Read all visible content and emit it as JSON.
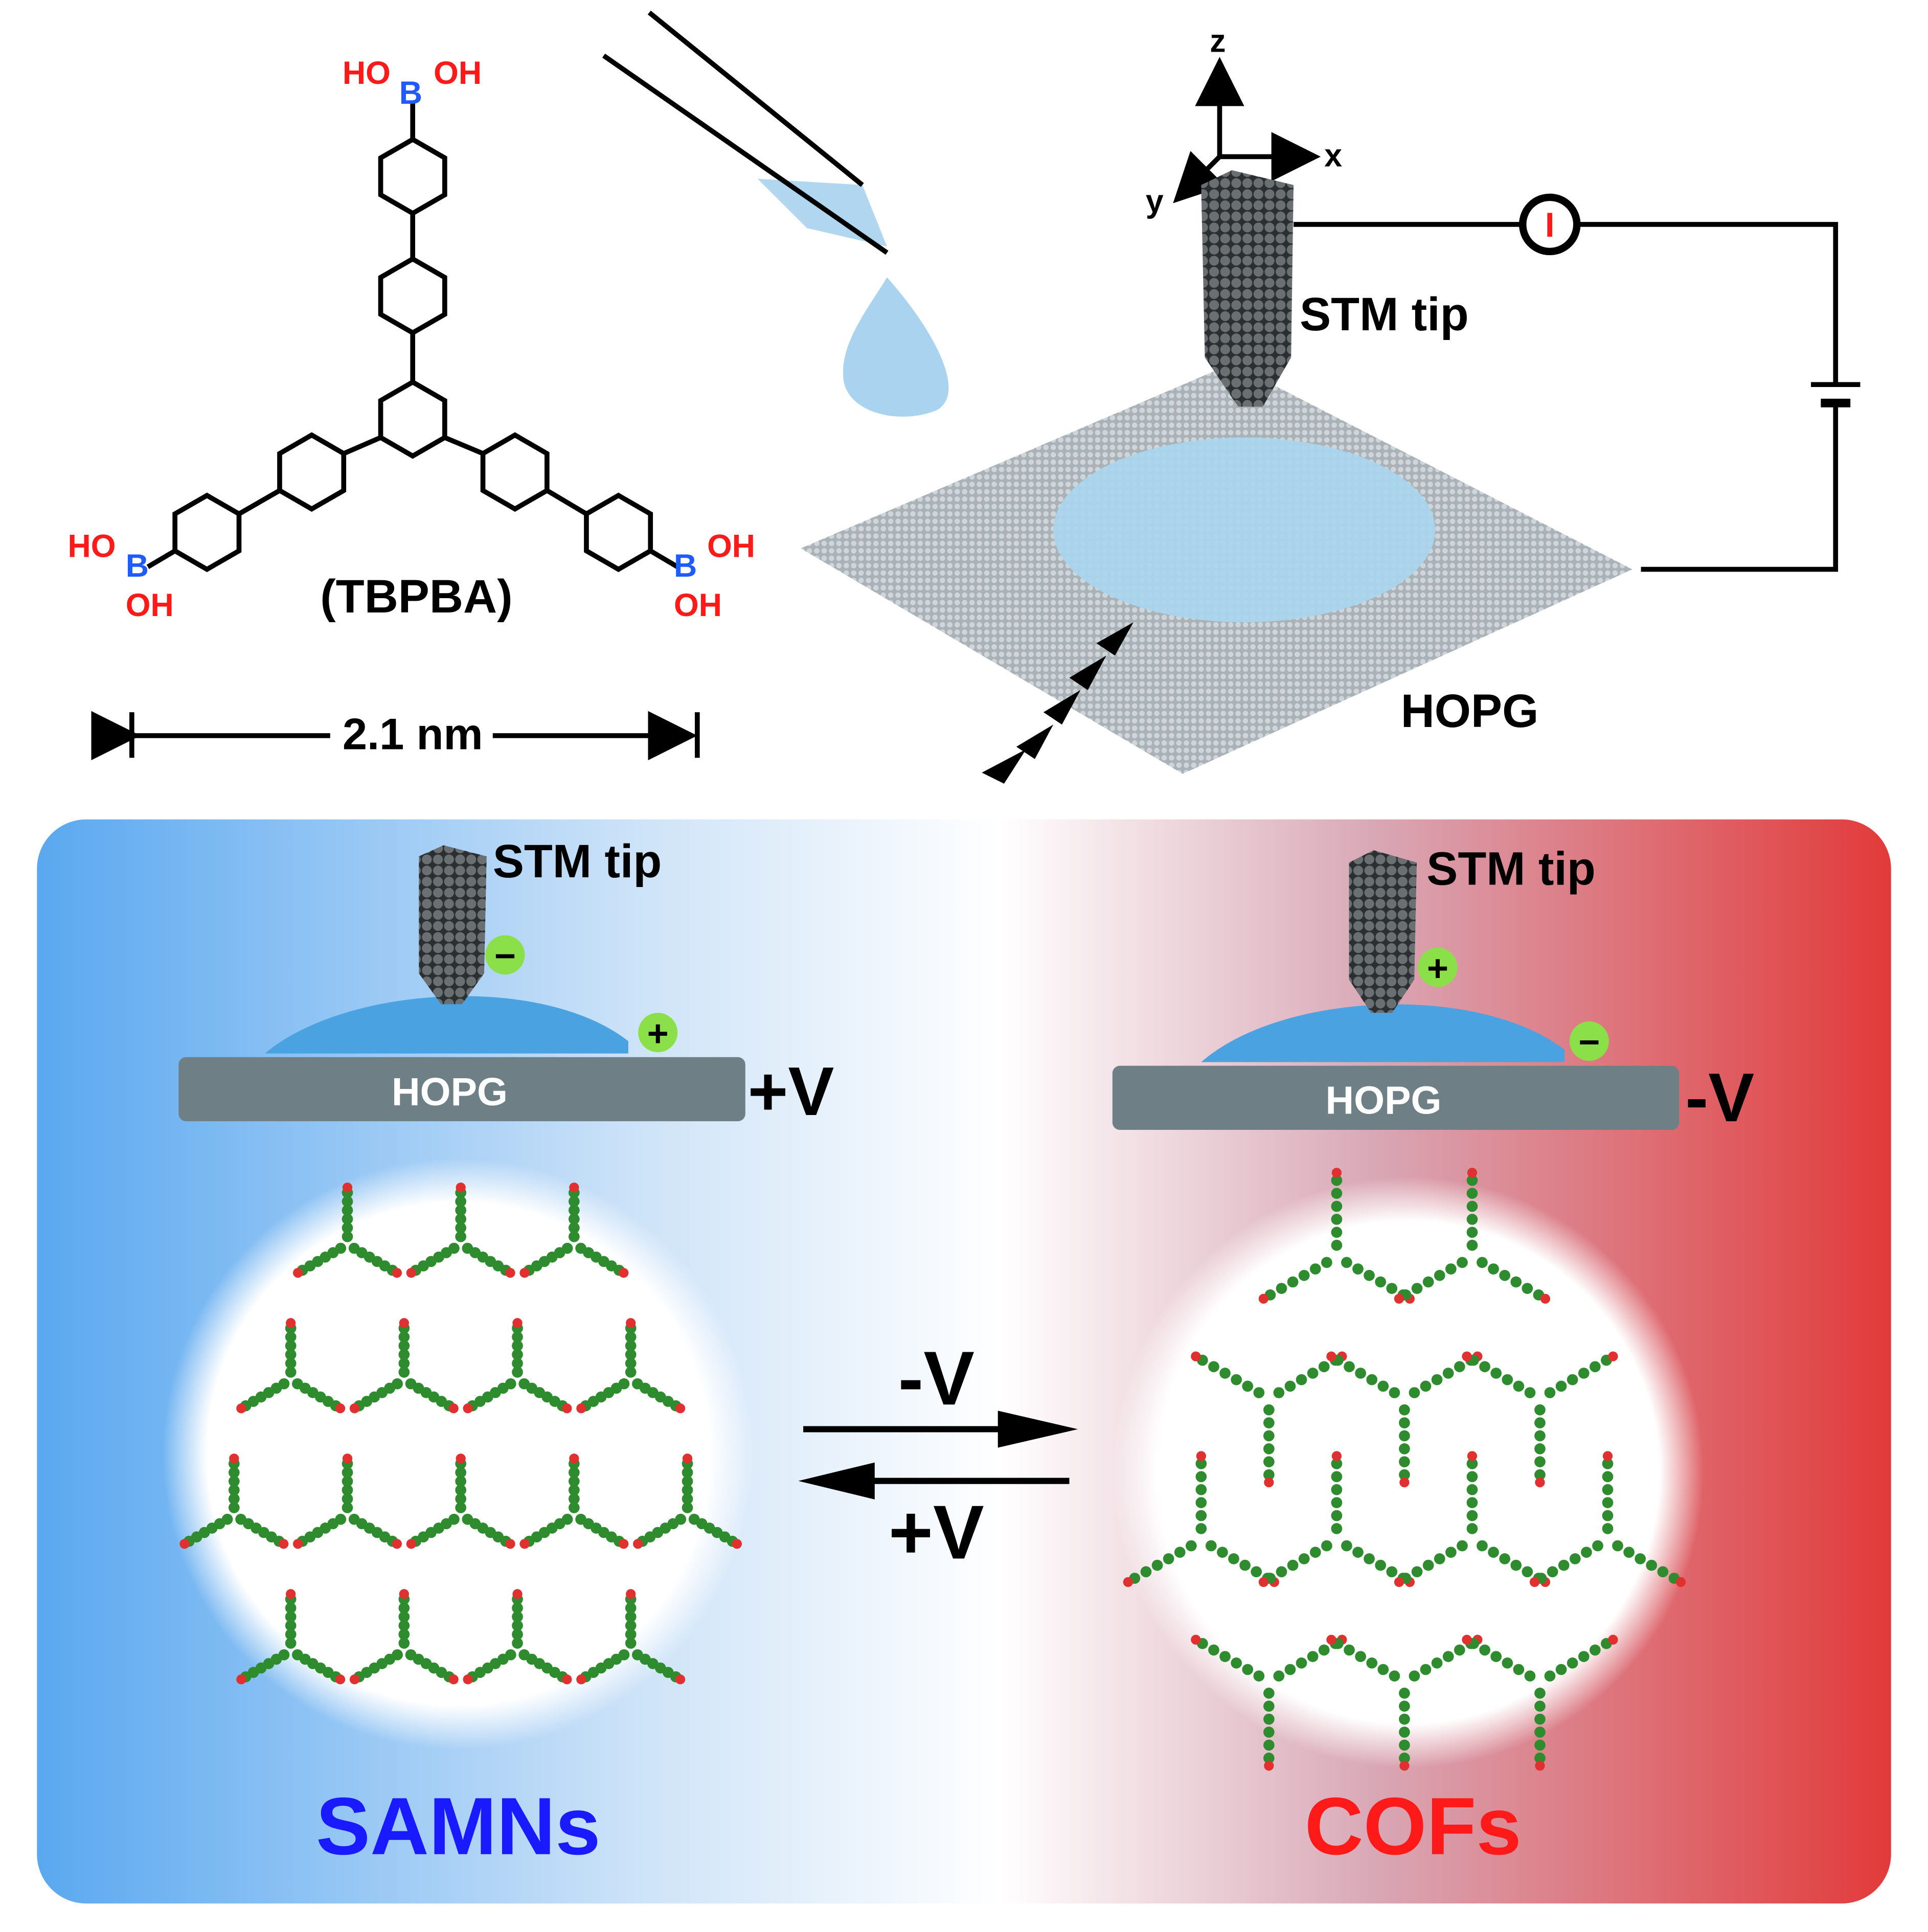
{
  "molecule": {
    "name": "(TBPBA)",
    "top_left_oh": "HO",
    "top_right_oh": "OH",
    "left_ho": "HO",
    "left_oh": "OH",
    "right_oh_top": "OH",
    "right_oh_bottom": "OH",
    "boron": "B",
    "length": "2.1 nm"
  },
  "axes": {
    "z": "z",
    "x": "x",
    "y": "y"
  },
  "circuit": {
    "current_symbol": "I"
  },
  "top_labels": {
    "stm_tip": "STM tip",
    "hopg": "HOPG"
  },
  "left_panel": {
    "stm_tip": "STM tip",
    "hopg": "HOPG",
    "voltage": "+V",
    "tip_charge": "−",
    "surface_charge": "+",
    "title": "SAMNs"
  },
  "right_panel": {
    "stm_tip": "STM tip",
    "hopg": "HOPG",
    "voltage": "-V",
    "tip_charge": "+",
    "surface_charge": "−",
    "title": "COFs"
  },
  "reaction": {
    "forward": "-V",
    "backward": "+V"
  },
  "colors": {
    "oxygen": "#ff1a1a",
    "boron": "#1f5bff",
    "samns": "#1a1aff",
    "cofs": "#ff1a1a",
    "panel_blue": "#5aa8f0",
    "panel_red": "#e23a3a",
    "charge": "#8be04a",
    "hopg_bar": "#6e7f86",
    "molecule_green": "#2e8b2e"
  }
}
